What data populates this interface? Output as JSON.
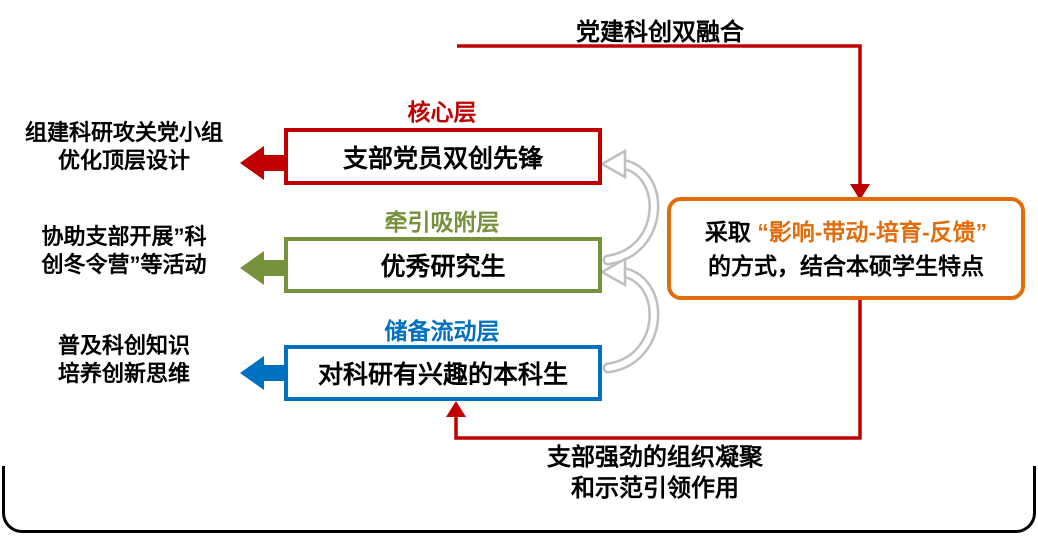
{
  "colors": {
    "red": "#C00000",
    "green": "#76923C",
    "blue": "#0070C0",
    "orange": "#E36C0A",
    "arrow_gray": "#BFBFBF",
    "text": "#000000",
    "border": "#000000"
  },
  "top_flow": {
    "label": "党建科创双融合"
  },
  "bottom_flow": {
    "line1": "支部强劲的组织凝聚",
    "line2": "和示范引领作用"
  },
  "layers": [
    {
      "tag": "核心层",
      "box_label": "支部党员双创先锋",
      "left_note_line1": "组建科研攻关党小组",
      "left_note_line2": "优化顶层设计",
      "color": "#C00000"
    },
    {
      "tag": "牵引吸附层",
      "box_label": "优秀研究生",
      "left_note_line1": "协助支部开展”科",
      "left_note_line2": "创冬令营”等活动",
      "color": "#76923C"
    },
    {
      "tag": "储备流动层",
      "box_label": "对科研有兴趣的本科生",
      "left_note_line1": "普及科创知识",
      "left_note_line2": "培养创新思维",
      "color": "#0070C0"
    }
  ],
  "method_box": {
    "prefix": "采取",
    "highlight": "“影响-带动-培育-反馈”",
    "line2": "的方式，结合本硕学生特点"
  }
}
